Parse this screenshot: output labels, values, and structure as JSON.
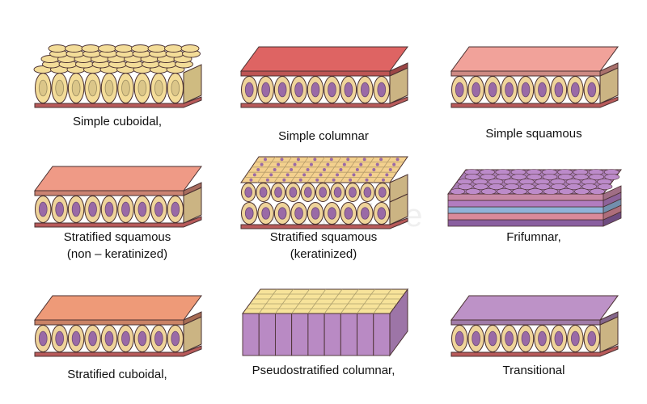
{
  "watermark": "dreamstime",
  "panels": [
    {
      "id": "p1",
      "style": "cuboidal-top",
      "lines": [
        "Simple cuboidal,"
      ],
      "top_color": "#f3dc98",
      "side_color": "#f3dc98",
      "nucleus_color": "#f3dc98"
    },
    {
      "id": "p2",
      "style": "plate",
      "lines": [
        "Simple columnar"
      ],
      "top_color": "#de6463",
      "side_color": "#efd49a",
      "nucleus_color": "#9a6aa6"
    },
    {
      "id": "p3",
      "style": "plate",
      "lines": [
        "Simple squamous"
      ],
      "top_color": "#f1a29a",
      "side_color": "#efd49a",
      "nucleus_color": "#9a6aa6"
    },
    {
      "id": "p4",
      "style": "plate",
      "lines": [
        "Stratified squamous",
        "(non – keratinized)"
      ],
      "top_color": "#ef9a86",
      "side_color": "#efd49a",
      "nucleus_color": "#9a6aa6"
    },
    {
      "id": "p5",
      "style": "grid-top",
      "lines": [
        "Stratified squamous",
        "(keratinized)"
      ],
      "top_color": "#f3d08e",
      "side_color": "#efd49a",
      "nucleus_color": "#9a6aa6"
    },
    {
      "id": "p6",
      "style": "layered",
      "lines": [
        "Frifumnar,"
      ],
      "top_color": "#a87cb4",
      "side_color": "#c0a2cc",
      "nucleus_color": "#8a5ea0"
    },
    {
      "id": "p7",
      "style": "plate",
      "lines": [
        "Stratified cuboidal,"
      ],
      "top_color": "#ee9a78",
      "side_color": "#efd49a",
      "nucleus_color": "#9a6aa6"
    },
    {
      "id": "p8",
      "style": "columns",
      "lines": [
        "Pseudostratified columnar,"
      ],
      "top_color": "#f7e39a",
      "side_color": "#b98ac4",
      "nucleus_color": "#b98ac4"
    },
    {
      "id": "p9",
      "style": "plate",
      "lines": [
        "Transitional"
      ],
      "top_color": "#bd92c7",
      "side_color": "#efd49a",
      "nucleus_color": "#9a6aa6"
    }
  ]
}
